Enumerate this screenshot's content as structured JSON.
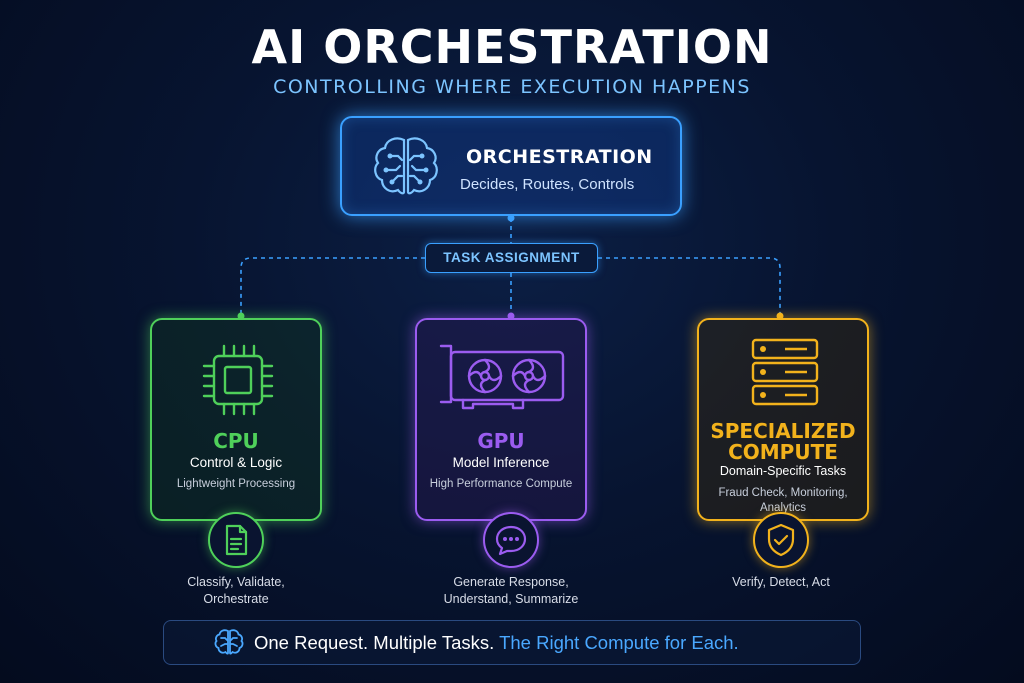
{
  "header": {
    "title": "AI ORCHESTRATION",
    "subtitle": "CONTROLLING WHERE EXECUTION HAPPENS"
  },
  "orchestration": {
    "title": "ORCHESTRATION",
    "subtitle": "Decides, Routes, Controls",
    "icon": "brain-circuit-icon",
    "color": "#3aa0ff"
  },
  "connector": {
    "label": "TASK ASSIGNMENT"
  },
  "cards": [
    {
      "title": "CPU",
      "subtitle": "Control & Logic",
      "description": "Lightweight Processing",
      "icon": "cpu-chip-icon",
      "color": "#4fd05a",
      "task_icon": "document-icon",
      "tasks_line1": "Classify, Validate,",
      "tasks_line2": "Orchestrate"
    },
    {
      "title": "GPU",
      "subtitle": "Model Inference",
      "description": "High Performance Compute",
      "icon": "graphics-card-icon",
      "color": "#9b5cf0",
      "task_icon": "chat-bubble-icon",
      "tasks_line1": "Generate Response,",
      "tasks_line2": "Understand, Summarize"
    },
    {
      "title_line1": "SPECIALIZED",
      "title_line2": "COMPUTE",
      "subtitle": "Domain-Specific Tasks",
      "description_line1": "Fraud Check, Monitoring,",
      "description_line2": "Analytics",
      "icon": "server-stack-icon",
      "color": "#f2b21c",
      "task_icon": "shield-check-icon",
      "tasks_line1": "Verify, Detect, Act"
    }
  ],
  "footer": {
    "icon": "brain-icon",
    "text_plain": "One Request. Multiple Tasks. ",
    "text_highlight": "The Right Compute for Each."
  }
}
